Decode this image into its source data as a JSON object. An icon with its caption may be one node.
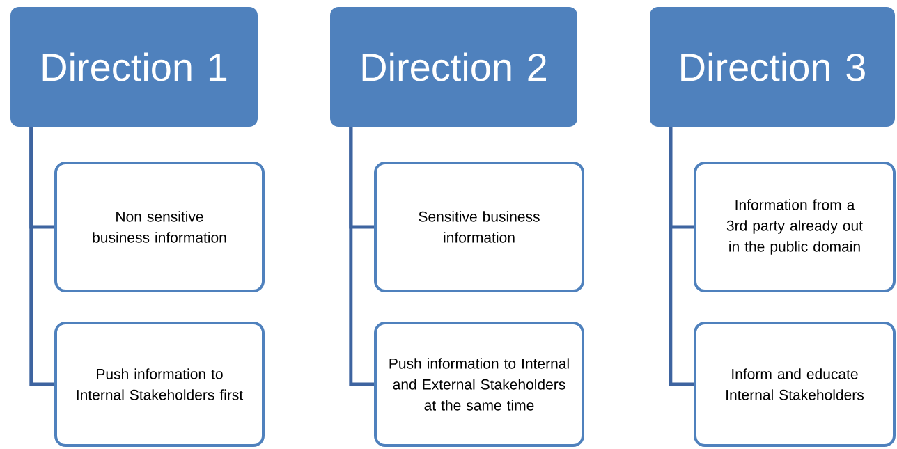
{
  "diagram": {
    "nodes": [
      {
        "text": [
          "Direction 1"
        ]
      },
      {
        "text": [
          "Non sensitive business information"
        ]
      },
      {
        "text": [
          "Push information to Internal Stakeholders first"
        ]
      },
      {
        "text": [
          "Direction 2"
        ]
      },
      {
        "text": [
          "Sensitive business information"
        ]
      },
      {
        "text": [
          "Push information to Internal and External Stakeholders at the same time"
        ]
      },
      {
        "text": [
          "Direction 3"
        ]
      },
      {
        "text": [
          "Information from a 3rd party already out in the public domain"
        ]
      },
      {
        "text": [
          "Inform and educate Internal Stakeholders"
        ]
      }
    ],
    "edges": [
      {
        "from": 0,
        "to": 1,
        "arrow": "none"
      },
      {
        "from": 0,
        "to": 2,
        "arrow": "none"
      },
      {
        "from": 3,
        "to": 4,
        "arrow": "none"
      },
      {
        "from": 3,
        "to": 5,
        "arrow": "none"
      },
      {
        "from": 6,
        "to": 7,
        "arrow": "none"
      },
      {
        "from": 6,
        "to": 8,
        "arrow": "none"
      }
    ]
  }
}
